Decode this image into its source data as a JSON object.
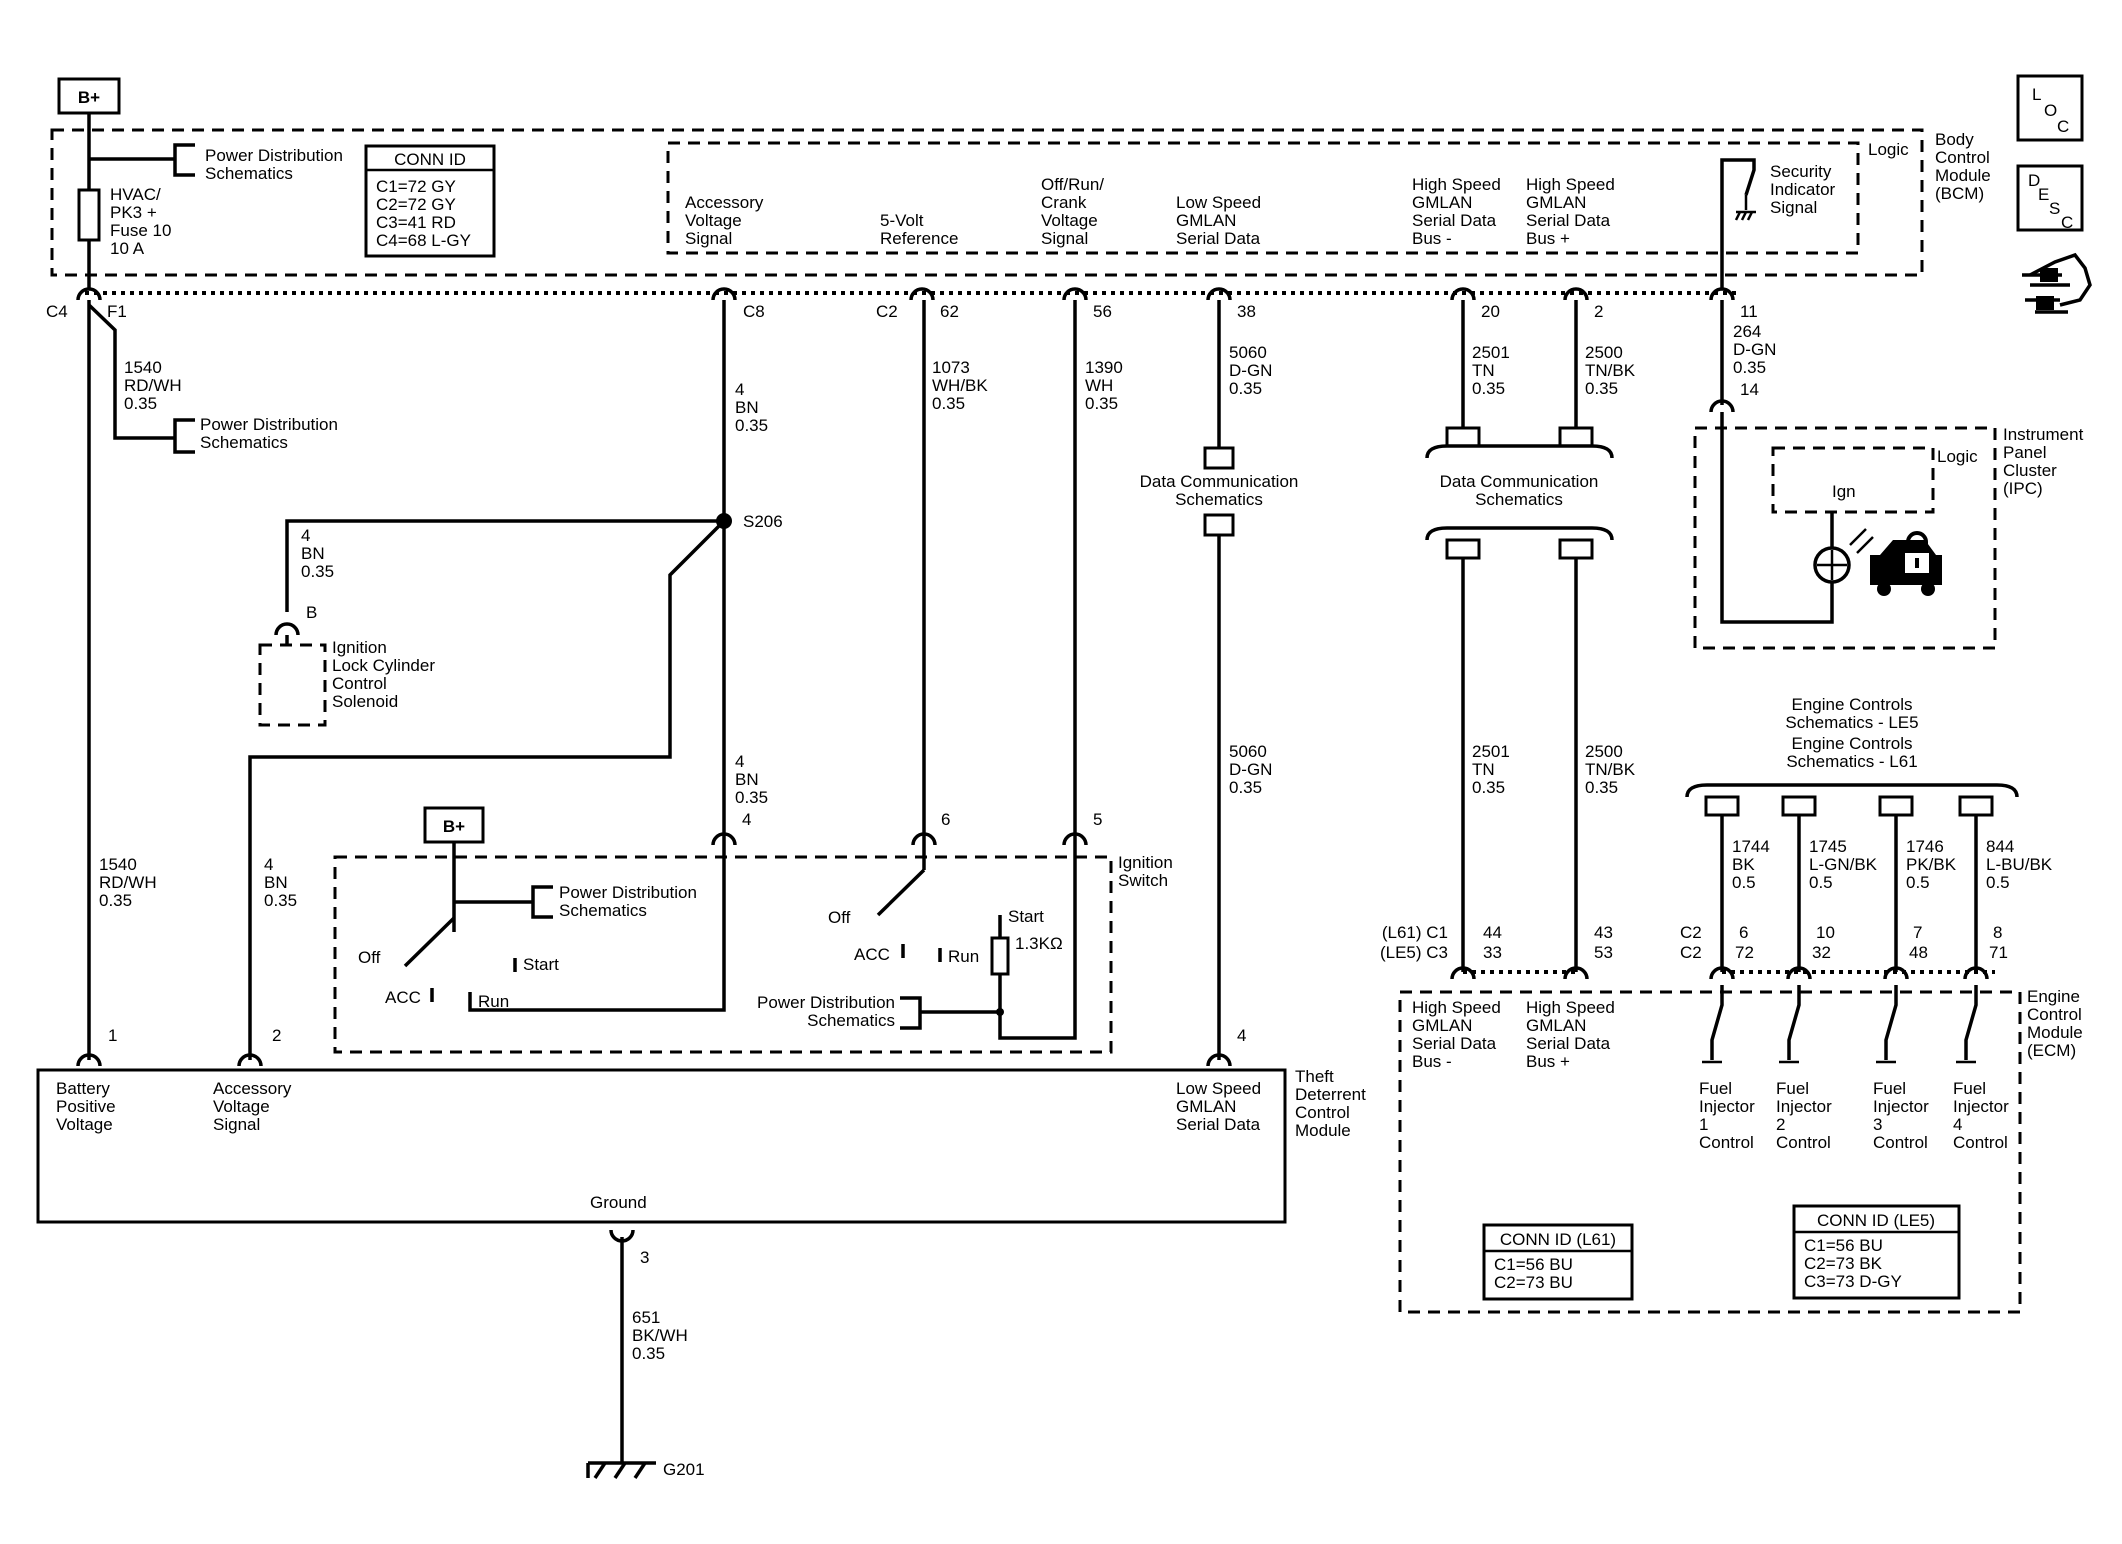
{
  "power": {
    "bplus": "B+"
  },
  "bcm": {
    "title": [
      "Body",
      "Control",
      "Module",
      "(BCM)"
    ],
    "logic": "Logic",
    "pds1": [
      "Power Distribution",
      "Schematics"
    ],
    "fuse": [
      "HVAC/",
      "PK3 +",
      "Fuse 10",
      "10 A"
    ],
    "conn_title": "CONN ID",
    "conn": [
      "C1=72 GY",
      "C2=72 GY",
      "C3=41 RD",
      "C4=68 L-GY"
    ],
    "acc_sig": [
      "Accessory",
      "Voltage",
      "Signal"
    ],
    "ref5v": [
      "5-Volt",
      "Reference"
    ],
    "ignv": [
      "Off/Run/",
      "Crank",
      "Voltage",
      "Signal"
    ],
    "lsgm": [
      "Low Speed",
      "GMLAN",
      "Serial Data"
    ],
    "hsm": [
      "High Speed",
      "GMLAN",
      "Serial Data",
      "Bus -"
    ],
    "hsp": [
      "High Speed",
      "GMLAN",
      "Serial Data",
      "Bus +"
    ],
    "sec": [
      "Security",
      "Indicator",
      "Signal"
    ]
  },
  "pins_top": {
    "c4": "C4",
    "f1": "F1",
    "c8": "C8",
    "c2": "C2",
    "p62": "62",
    "p56": "56",
    "p38": "38",
    "p20": "20",
    "p2": "2",
    "p11": "11"
  },
  "wires": {
    "w1540": [
      "1540",
      "RD/WH",
      "0.35"
    ],
    "w4a": [
      "4",
      "BN",
      "0.35"
    ],
    "w1073": [
      "1073",
      "WH/BK",
      "0.35"
    ],
    "w1390": [
      "1390",
      "WH",
      "0.35"
    ],
    "w5060": [
      "5060",
      "D-GN",
      "0.35"
    ],
    "w2501": [
      "2501",
      "TN",
      "0.35"
    ],
    "w2500": [
      "2500",
      "TN/BK",
      "0.35"
    ],
    "w264": [
      "264",
      "D-GN",
      "0.35"
    ],
    "w4b": [
      "4",
      "BN",
      "0.35"
    ],
    "w4c": [
      "4",
      "BN",
      "0.35"
    ],
    "w1540b": [
      "1540",
      "RD/WH",
      "0.35"
    ],
    "w4d": [
      "4",
      "BN",
      "0.35"
    ],
    "w5060b": [
      "5060",
      "D-GN",
      "0.35"
    ],
    "w2501b": [
      "2501",
      "TN",
      "0.35"
    ],
    "w2500b": [
      "2500",
      "TN/BK",
      "0.35"
    ],
    "w651": [
      "651",
      "BK/WH",
      "0.35"
    ],
    "w1744": [
      "1744",
      "BK",
      "0.5"
    ],
    "w1745": [
      "1745",
      "L-GN/BK",
      "0.5"
    ],
    "w1746": [
      "1746",
      "PK/BK",
      "0.5"
    ],
    "w844": [
      "844",
      "L-BU/BK",
      "0.5"
    ]
  },
  "misc": {
    "pds2": [
      "Power Distribution",
      "Schematics"
    ],
    "s206": "S206",
    "pinB": "B",
    "solenoid": [
      "Ignition",
      "Lock Cylinder",
      "Control",
      "Solenoid"
    ],
    "dcs1": [
      "Data Communication",
      "Schematics"
    ],
    "dcs2": [
      "Data Communication",
      "Schematics"
    ],
    "p14": "14"
  },
  "ipc": {
    "title": [
      "Instrument",
      "Panel",
      "Cluster",
      "(IPC)"
    ],
    "logic": "Logic",
    "ign": "Ign"
  },
  "ign_switch": {
    "title": [
      "Ignition",
      "Switch"
    ],
    "p4": "4",
    "p6": "6",
    "p5": "5",
    "off1": "Off",
    "acc1": "ACC",
    "start1": "Start",
    "run1": "Run",
    "off2": "Off",
    "acc2": "ACC",
    "run2": "Run",
    "start2": "Start",
    "resistor": "1.3KΩ",
    "pds": [
      "Power Distribution",
      "Schematics"
    ],
    "pds_inner": [
      "Power Distribution",
      "Schematics"
    ]
  },
  "tdcm": {
    "title": [
      "Theft",
      "Deterrent",
      "Control",
      "Module"
    ],
    "p1": "1",
    "p2": "2",
    "p4": "4",
    "p3": "3",
    "bat": [
      "Battery",
      "Positive",
      "Voltage"
    ],
    "acc": [
      "Accessory",
      "Voltage",
      "Signal"
    ],
    "lsgm": [
      "Low Speed",
      "GMLAN",
      "Serial Data"
    ],
    "ground": "Ground",
    "g201": "G201"
  },
  "ecm": {
    "title": [
      "Engine",
      "Control",
      "Module",
      "(ECM)"
    ],
    "row1": [
      "(L61) C1",
      "44",
      "43",
      "C2",
      "6",
      "10",
      "7",
      "8"
    ],
    "row2": [
      "(LE5) C3",
      "33",
      "53",
      "C2",
      "72",
      "32",
      "48",
      "71"
    ],
    "hsm": [
      "High Speed",
      "GMLAN",
      "Serial Data",
      "Bus -"
    ],
    "hsp": [
      "High Speed",
      "GMLAN",
      "Serial Data",
      "Bus +"
    ],
    "inj": [
      [
        "Fuel",
        "Injector",
        "1",
        "Control"
      ],
      [
        "Fuel",
        "Injector",
        "2",
        "Control"
      ],
      [
        "Fuel",
        "Injector",
        "3",
        "Control"
      ],
      [
        "Fuel",
        "Injector",
        "4",
        "Control"
      ]
    ],
    "ecs": [
      "Engine Controls",
      "Schematics - LE5",
      "Engine Controls",
      "Schematics - L61"
    ],
    "conn_l61_title": "CONN ID  (L61)",
    "conn_l61": [
      "C1=56 BU",
      "C2=73 BU"
    ],
    "conn_le5_title": "CONN ID  (LE5)",
    "conn_le5": [
      "C1=56 BU",
      "C2=73 BK",
      "C3=73 D-GY"
    ]
  },
  "side_icons": {
    "loc": [
      "L",
      "O",
      "C"
    ],
    "desc": [
      "D",
      "E",
      "S",
      "C"
    ]
  }
}
